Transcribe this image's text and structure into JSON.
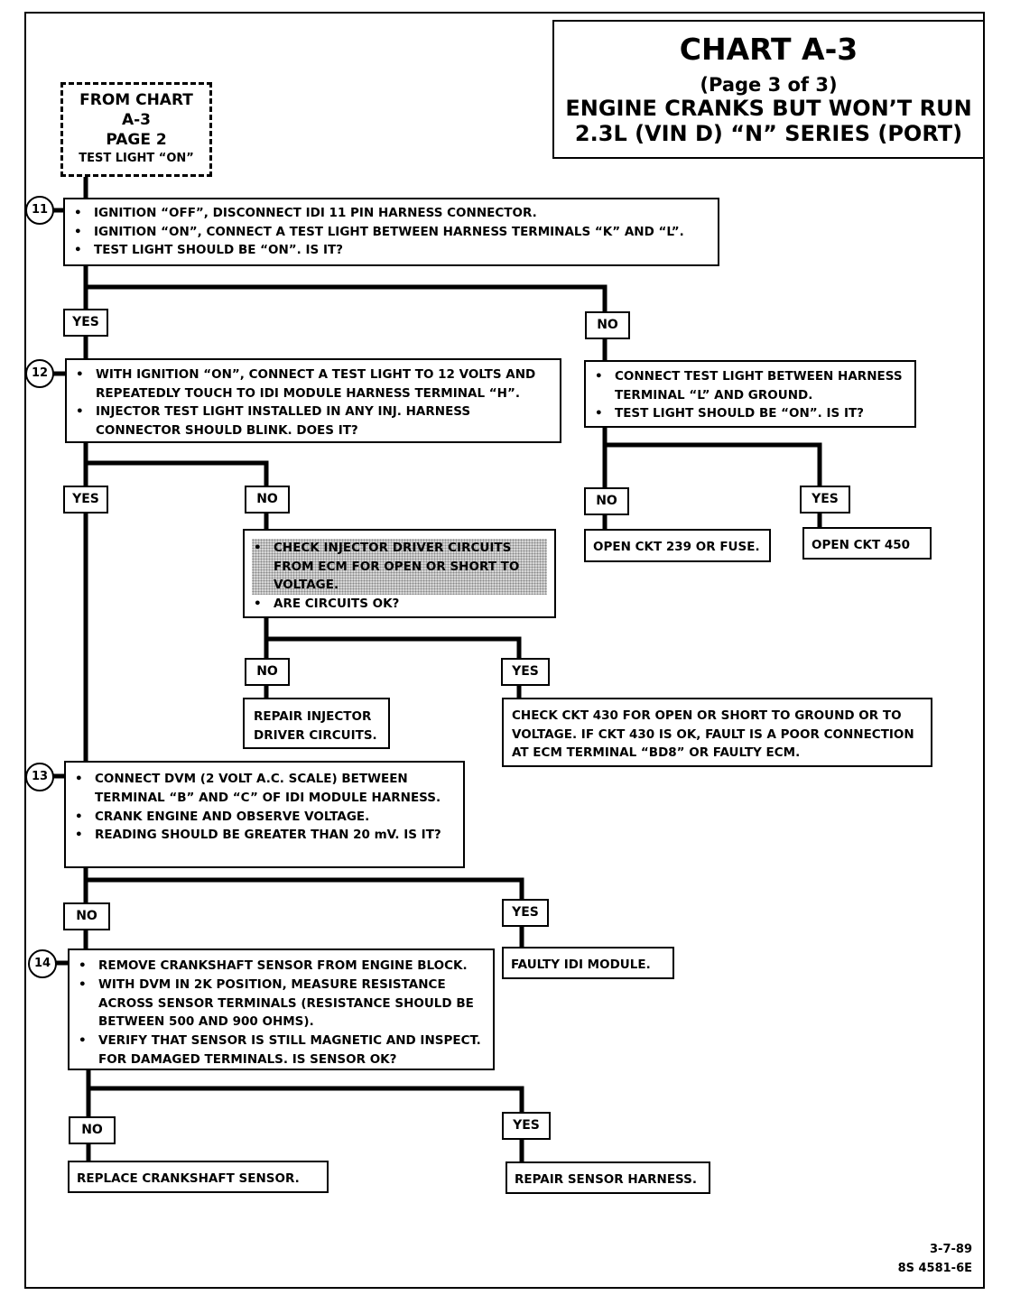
{
  "title": {
    "chart": "CHART A-3",
    "page": "(Page 3 of 3)",
    "line1": "ENGINE CRANKS BUT WON’T RUN",
    "line2": "2.3L  (VIN D)  “N”  SERIES (PORT)"
  },
  "from_box": {
    "line1": "FROM CHART",
    "line2": "A-3",
    "line3": "PAGE 2",
    "line4": "TEST LIGHT “ON”"
  },
  "steps": {
    "s11": {
      "num": "11",
      "items": [
        "IGNITION “OFF”, DISCONNECT IDI 11 PIN HARNESS CONNECTOR.",
        "IGNITION “ON”, CONNECT A TEST LIGHT BETWEEN HARNESS TERMINALS “K” AND “L”.",
        "TEST LIGHT SHOULD BE “ON”.  IS IT?"
      ]
    },
    "s12": {
      "num": "12",
      "items": [
        "WITH IGNITION “ON”, CONNECT A TEST LIGHT TO 12 VOLTS AND REPEATEDLY TOUCH TO IDI MODULE  HARNESS TERMINAL  “H”.",
        "INJECTOR TEST LIGHT INSTALLED IN ANY INJ. HARNESS CONNECTOR  SHOULD BLINK.  DOES IT?"
      ]
    },
    "s13": {
      "num": "13",
      "items": [
        "CONNECT DVM (2  VOLT  A.C. SCALE) BETWEEN TERMINAL “B” AND “C” OF IDI MODULE HARNESS.",
        "CRANK ENGINE AND OBSERVE VOLTAGE.",
        "READING SHOULD BE GREATER THAN 20 mV. IS IT?"
      ]
    },
    "s14": {
      "num": "14",
      "items": [
        "REMOVE CRANKSHAFT SENSOR FROM ENGINE BLOCK.",
        "WITH DVM IN 2K POSITION, MEASURE RESISTANCE ACROSS SENSOR TERMINALS (RESISTANCE SHOULD BE BETWEEN 500 AND 900 OHMS).",
        "VERIFY THAT SENSOR IS STILL MAGNETIC AND INSPECT. FOR DAMAGED TERMINALS.  IS SENSOR OK?"
      ]
    }
  },
  "checks": {
    "light_l_ground": [
      "CONNECT TEST LIGHT BETWEEN HARNESS TERMINAL “L” AND GROUND.",
      "TEST LIGHT SHOULD BE “ON”.  IS IT?"
    ],
    "injector_driver": [
      "CHECK INJECTOR DRIVER CIRCUITS FROM ECM FOR OPEN OR SHORT TO VOLTAGE.",
      "ARE CIRCUITS OK?"
    ]
  },
  "results": {
    "open_239": "OPEN CKT 239 OR FUSE.",
    "open_450": "OPEN CKT 450",
    "repair_injector": "REPAIR INJECTOR DRIVER CIRCUITS.",
    "check_430": "CHECK CKT 430 FOR OPEN OR SHORT TO GROUND OR TO VOLTAGE.  IF CKT 430 IS OK, FAULT IS A POOR CONNECTION AT ECM TERMINAL “BD8” OR FAULTY ECM.",
    "faulty_idi": "FAULTY IDI MODULE.",
    "replace_sensor": "REPLACE CRANKSHAFT SENSOR.",
    "repair_harness": "REPAIR SENSOR HARNESS."
  },
  "labels": {
    "yes": "YES",
    "no": "NO"
  },
  "footer": {
    "date": "3-7-89",
    "code": "8S 4581-6E"
  }
}
